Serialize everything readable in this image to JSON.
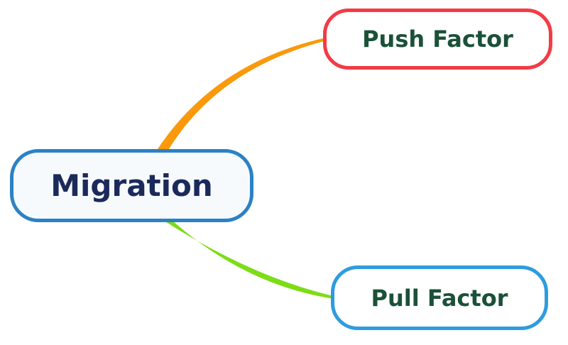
{
  "diagram": {
    "type": "mindmap",
    "background_color": "#ffffff",
    "root_node": {
      "label": "Migration",
      "border_color": "#2C81C5",
      "fill_color": "#F6FAFC",
      "text_color": "#1B2A5B"
    },
    "branch_nodes": [
      {
        "label": "Push Factor",
        "position": "top-right",
        "border_color": "#F23B45",
        "fill_color": "#FFFFFF",
        "text_color": "#1A5138",
        "connector_color": "#F9990B"
      },
      {
        "label": "Pull Factor",
        "position": "bottom-right",
        "border_color": "#2E9CDF",
        "fill_color": "#FFFFFF",
        "text_color": "#1A5138",
        "connector_color": "#7DDC17"
      }
    ]
  }
}
